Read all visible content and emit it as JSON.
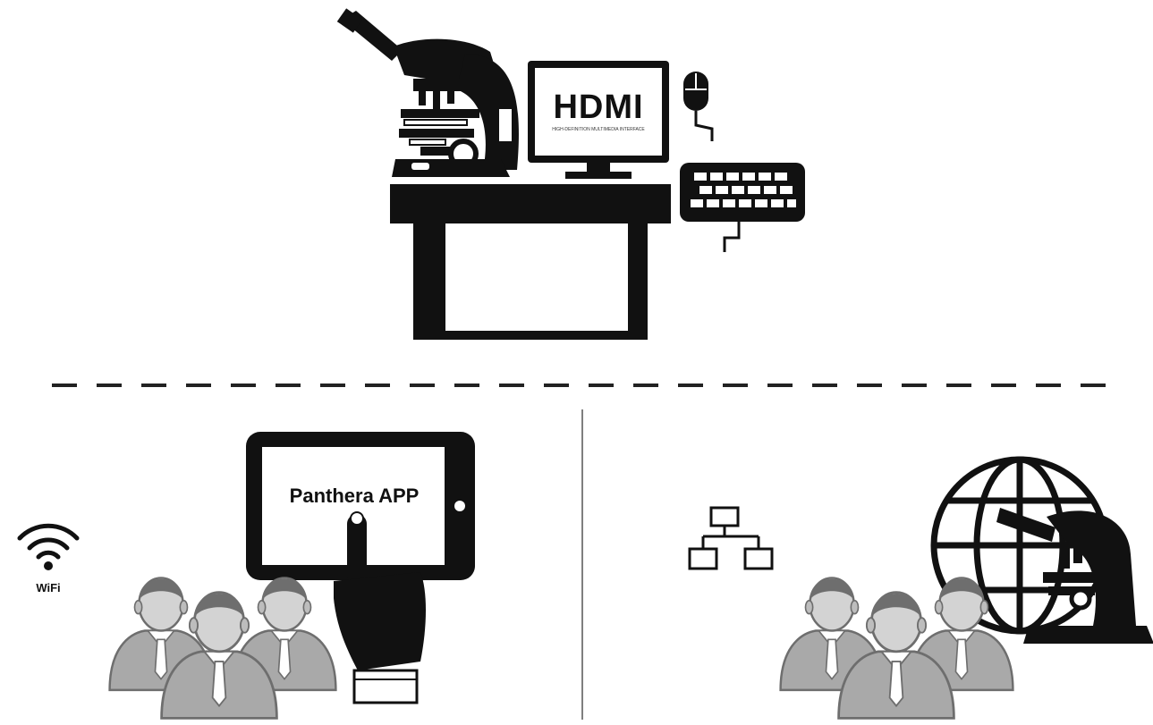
{
  "monitor": {
    "logo_text": "HDMI",
    "tagline": "HIGH-DEFINITION MULTIMEDIA INTERFACE"
  },
  "tablet": {
    "app_label": "Panthera APP"
  },
  "wifi": {
    "label": "WiFi"
  },
  "colors": {
    "ink": "#111111",
    "person_body": "#a9a9a9",
    "person_head": "#d3d3d3",
    "person_hair": "#6e6e6e",
    "divider": "#222222"
  },
  "icons": [
    "microscope-icon",
    "monitor-icon",
    "mouse-icon",
    "keyboard-icon",
    "desk-icon",
    "tablet-icon",
    "hand-pointer-icon",
    "wifi-icon",
    "network-icon",
    "globe-icon",
    "people-icon"
  ]
}
